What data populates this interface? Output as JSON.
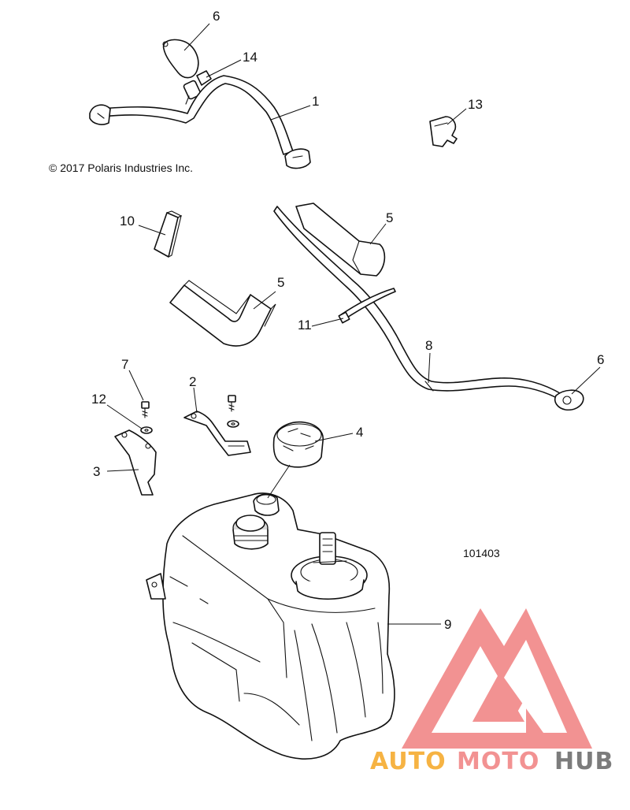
{
  "copyright": "© 2017 Polaris Industries Inc.",
  "document_number": "101403",
  "callouts": {
    "c1": "1",
    "c2": "2",
    "c3": "3",
    "c4": "4",
    "c5a": "5",
    "c5b": "5",
    "c6a": "6",
    "c6b": "6",
    "c7": "7",
    "c8": "8",
    "c9": "9",
    "c10": "10",
    "c11": "11",
    "c12": "12",
    "c13": "13",
    "c14": "14"
  },
  "watermark": {
    "word_part1": "AUTO",
    "word_part2": "MOTO",
    "word_part3": "HUB",
    "color_orange": "#f5a623",
    "color_red": "#f08080",
    "color_dark": "#666666"
  }
}
